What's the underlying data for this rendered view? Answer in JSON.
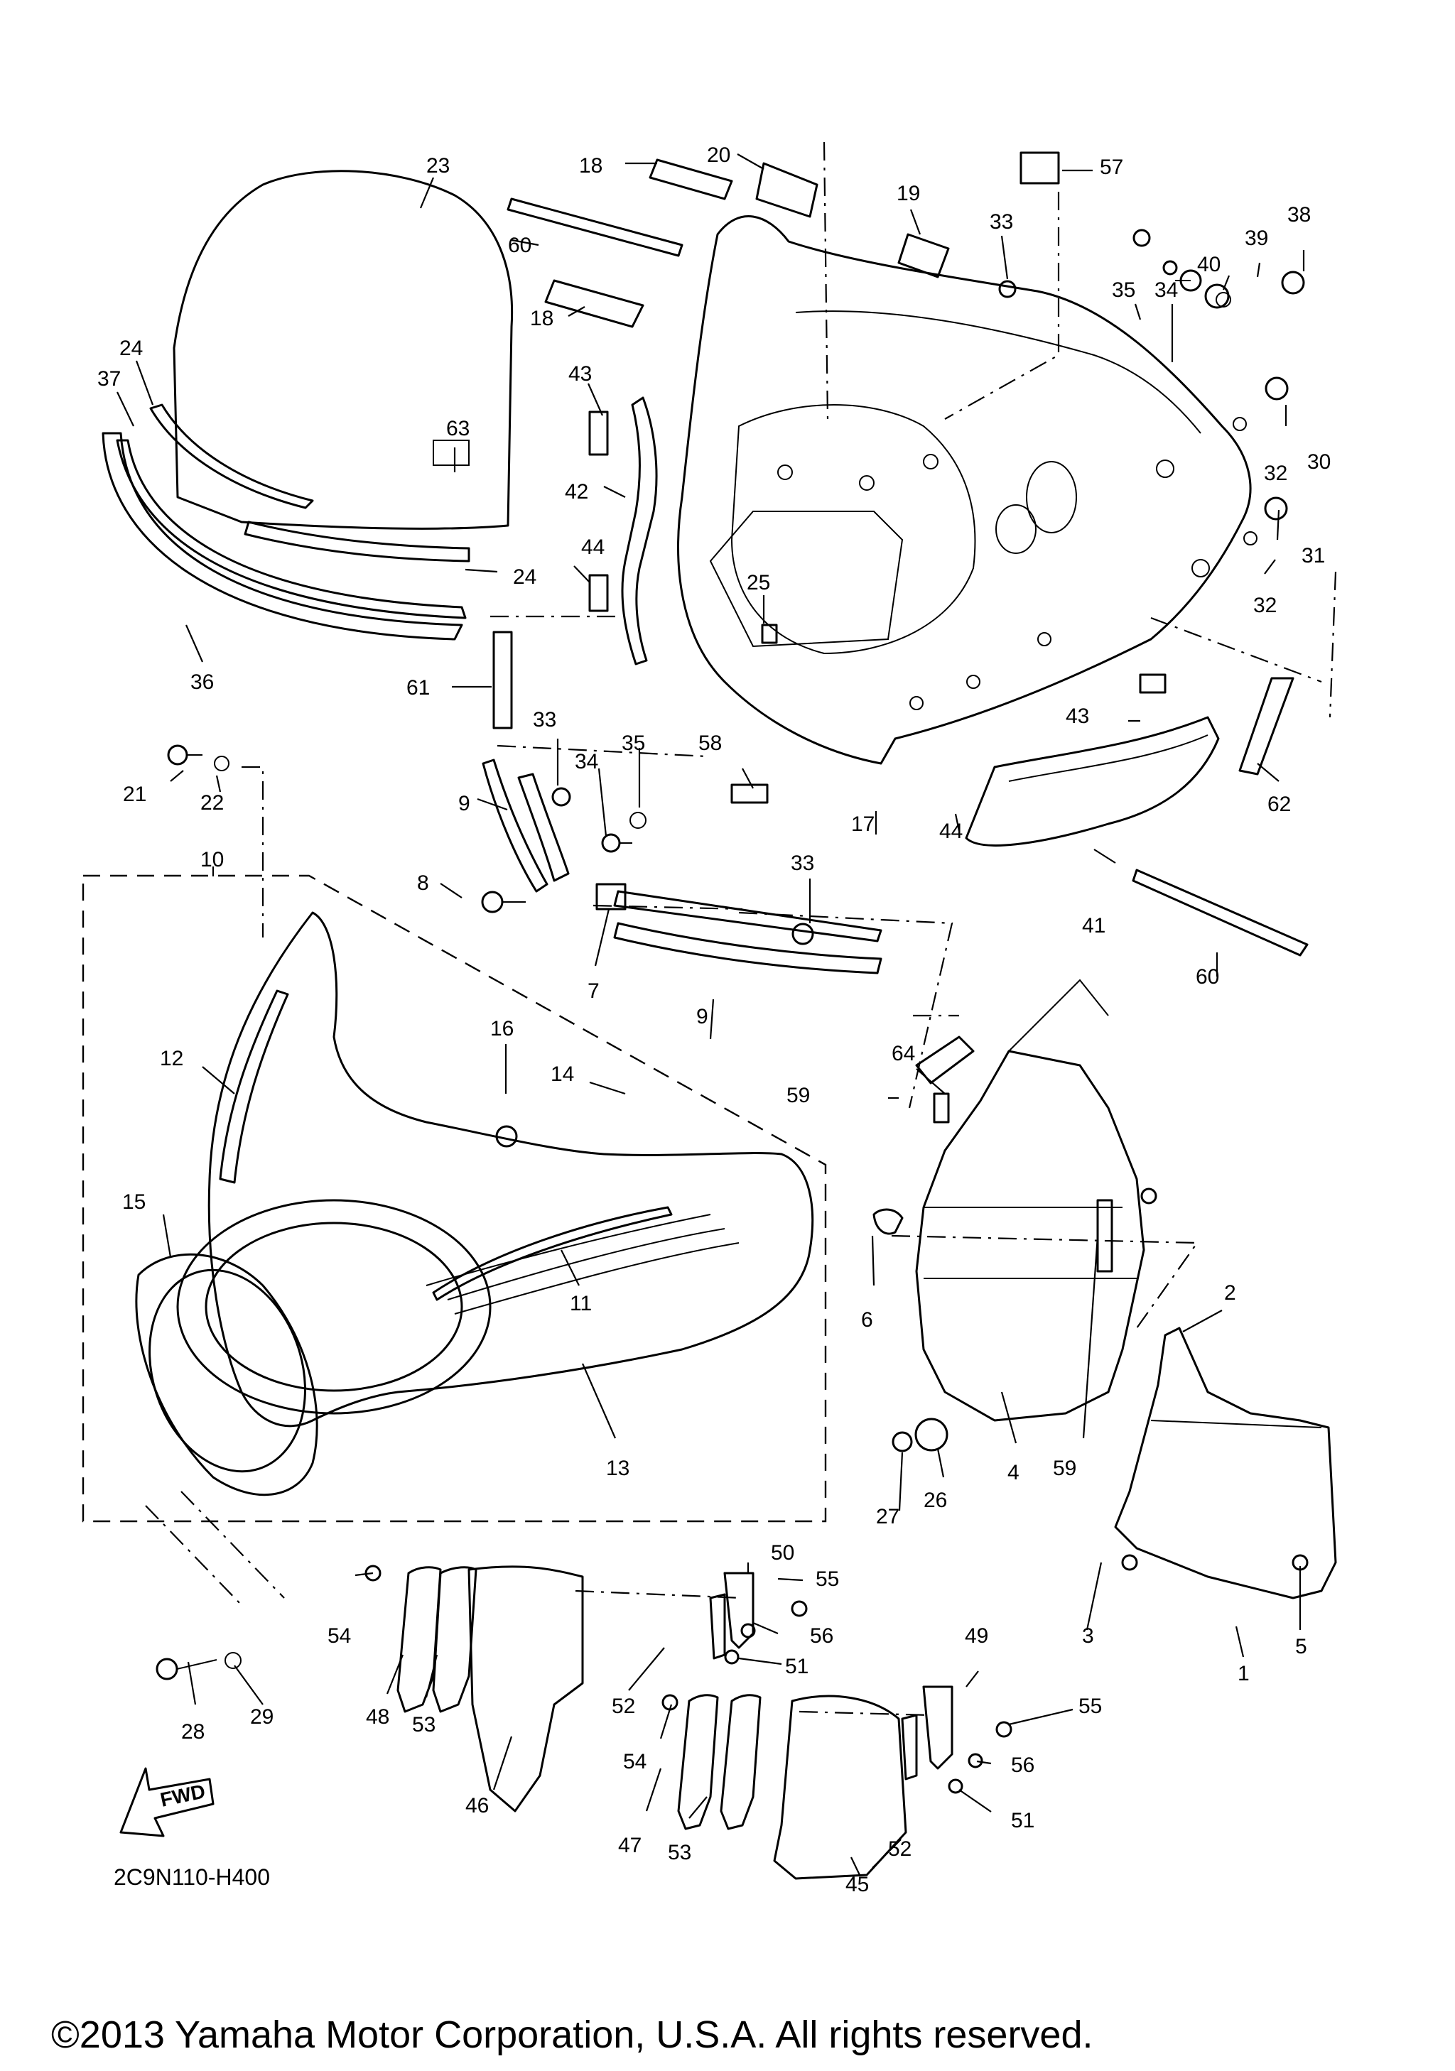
{
  "diagram": {
    "reference_code": "2C9N110-H400",
    "fwd_label": "FWD",
    "copyright": "©2013 Yamaha Motor Corporation, U.S.A. All rights reserved."
  },
  "callouts": [
    {
      "id": "c23",
      "label": "23"
    },
    {
      "id": "c18a",
      "label": "18"
    },
    {
      "id": "c20",
      "label": "20"
    },
    {
      "id": "c57",
      "label": "57"
    },
    {
      "id": "c19",
      "label": "19"
    },
    {
      "id": "c33a",
      "label": "33"
    },
    {
      "id": "c38",
      "label": "38"
    },
    {
      "id": "c39",
      "label": "39"
    },
    {
      "id": "c40",
      "label": "40"
    },
    {
      "id": "c35a",
      "label": "35"
    },
    {
      "id": "c34a",
      "label": "34"
    },
    {
      "id": "c60a",
      "label": "60"
    },
    {
      "id": "c18b",
      "label": "18"
    },
    {
      "id": "c24a",
      "label": "24"
    },
    {
      "id": "c37",
      "label": "37"
    },
    {
      "id": "c43a",
      "label": "43"
    },
    {
      "id": "c63",
      "label": "63"
    },
    {
      "id": "c30",
      "label": "30"
    },
    {
      "id": "c32a",
      "label": "32"
    },
    {
      "id": "c42",
      "label": "42"
    },
    {
      "id": "c31",
      "label": "31"
    },
    {
      "id": "c24b",
      "label": "24"
    },
    {
      "id": "c44a",
      "label": "44"
    },
    {
      "id": "c25",
      "label": "25"
    },
    {
      "id": "c32b",
      "label": "32"
    },
    {
      "id": "c36",
      "label": "36"
    },
    {
      "id": "c61",
      "label": "61"
    },
    {
      "id": "c33b",
      "label": "33"
    },
    {
      "id": "c35b",
      "label": "35"
    },
    {
      "id": "c58",
      "label": "58"
    },
    {
      "id": "c43b",
      "label": "43"
    },
    {
      "id": "c21",
      "label": "21"
    },
    {
      "id": "c22",
      "label": "22"
    },
    {
      "id": "c34b",
      "label": "34"
    },
    {
      "id": "c17",
      "label": "17"
    },
    {
      "id": "c62",
      "label": "62"
    },
    {
      "id": "c9a",
      "label": "9"
    },
    {
      "id": "c44b",
      "label": "44"
    },
    {
      "id": "c10",
      "label": "10"
    },
    {
      "id": "c33c",
      "label": "33"
    },
    {
      "id": "c8",
      "label": "8"
    },
    {
      "id": "c41",
      "label": "41"
    },
    {
      "id": "c7",
      "label": "7"
    },
    {
      "id": "c60b",
      "label": "60"
    },
    {
      "id": "c9b",
      "label": "9"
    },
    {
      "id": "c12",
      "label": "12"
    },
    {
      "id": "c16",
      "label": "16"
    },
    {
      "id": "c14",
      "label": "14"
    },
    {
      "id": "c64",
      "label": "64"
    },
    {
      "id": "c59a",
      "label": "59"
    },
    {
      "id": "c15",
      "label": "15"
    },
    {
      "id": "c11",
      "label": "11"
    },
    {
      "id": "c6",
      "label": "6"
    },
    {
      "id": "c2",
      "label": "2"
    },
    {
      "id": "c13",
      "label": "13"
    },
    {
      "id": "c4",
      "label": "4"
    },
    {
      "id": "c59b",
      "label": "59"
    },
    {
      "id": "c26",
      "label": "26"
    },
    {
      "id": "c27",
      "label": "27"
    },
    {
      "id": "c50",
      "label": "50"
    },
    {
      "id": "c55a",
      "label": "55"
    },
    {
      "id": "c54a",
      "label": "54"
    },
    {
      "id": "c56a",
      "label": "56"
    },
    {
      "id": "c3",
      "label": "3"
    },
    {
      "id": "c5",
      "label": "5"
    },
    {
      "id": "c49",
      "label": "49"
    },
    {
      "id": "c51a",
      "label": "51"
    },
    {
      "id": "c1",
      "label": "1"
    },
    {
      "id": "c48",
      "label": "48"
    },
    {
      "id": "c53a",
      "label": "53"
    },
    {
      "id": "c52a",
      "label": "52"
    },
    {
      "id": "c28",
      "label": "28"
    },
    {
      "id": "c29",
      "label": "29"
    },
    {
      "id": "c55b",
      "label": "55"
    },
    {
      "id": "c54b",
      "label": "54"
    },
    {
      "id": "c56b",
      "label": "56"
    },
    {
      "id": "c46",
      "label": "46"
    },
    {
      "id": "c51b",
      "label": "51"
    },
    {
      "id": "c47",
      "label": "47"
    },
    {
      "id": "c53b",
      "label": "53"
    },
    {
      "id": "c52b",
      "label": "52"
    },
    {
      "id": "c45",
      "label": "45"
    }
  ]
}
